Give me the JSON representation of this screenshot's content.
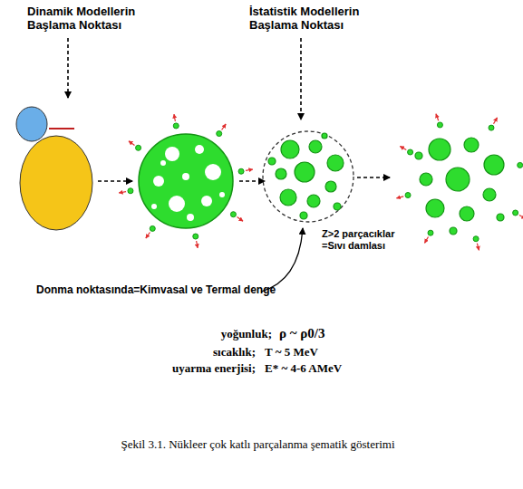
{
  "diagram": {
    "caption": "Şekil 3.1. Nükleer çok katlı parçalanma şematik gösterimi",
    "labels": [
      "Dinamik Modellerin Başlama Noktası",
      "İstatistik Modellerin Başlama Noktası",
      "Z>2 parçacıklar =Sıvı damlası",
      "Donma noktasında=Kimvasal ve Termal denge",
      "yoğunluk;",
      "ρ ~ ρ0/3",
      "sıcaklık;",
      "T ~ 5 MeV",
      "uyarma enerjisi;",
      "E* ~ 4-6 AMeV"
    ]
  }
}
